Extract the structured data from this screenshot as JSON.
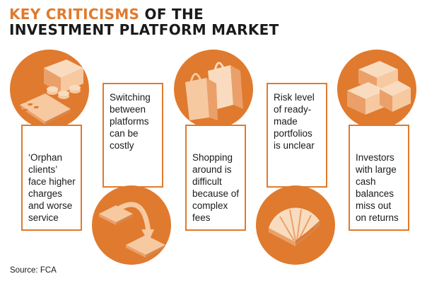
{
  "header": {
    "title_highlight": "KEY CRITICISMS",
    "title_rest_line1": " OF THE",
    "title_line2": "INVESTMENT PLATFORM MARKET"
  },
  "criticisms": [
    {
      "text": "‘Orphan clients’ face higher charges and worse service",
      "icon": "coins-and-calculator-icon"
    },
    {
      "text": "Switching between platforms can be costly",
      "icon": "transfer-arrow-icon"
    },
    {
      "text": "Shopping around is difficult because of complex fees",
      "icon": "shopping-bags-icon"
    },
    {
      "text": "Risk level of ready-made portfolios is unclear",
      "icon": "risk-gauge-icon"
    },
    {
      "text": "Investors with large cash balances miss out on returns",
      "icon": "cash-boxes-icon"
    }
  ],
  "footer": {
    "source": "Source: FCA"
  },
  "colors": {
    "accent": "#e07a2e",
    "light": "#f6c9a1",
    "mid": "#eba06a",
    "text": "#1a1a1a"
  }
}
